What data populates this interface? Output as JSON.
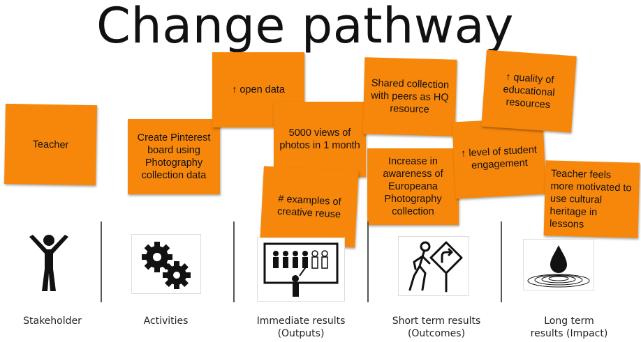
{
  "title": "Change pathway",
  "notes": {
    "teacher": "Teacher",
    "create_board": "Create Pinterest board using Photography collection data",
    "open_data": "↑ open data",
    "views": "5000 views of photos in 1 month",
    "examples": "# examples of creative reuse",
    "shared": "Shared collection with peers as HQ resource",
    "awareness": "Increase in awareness of Europeana Photography collection",
    "engagement": "↑ level of student engagement",
    "quality": "↑ quality of educational resources",
    "motivated": "Teacher feels more motivated to use cultural heritage in lessons"
  },
  "columns": {
    "stakeholder": "Stakeholder",
    "activities": "Activities",
    "immediate_1": "Immediate results",
    "immediate_2": "(Outputs)",
    "short_1": "Short term results",
    "short_2": "(Outcomes)",
    "long_1": "Long term",
    "long_2": "results (Impact)"
  },
  "icons": {
    "stakeholder": "person-arms-raised-icon",
    "activities": "gears-icon",
    "immediate": "presentation-audience-icon",
    "short": "walking-person-sign-icon",
    "long": "water-drop-ripple-icon"
  },
  "colors": {
    "note": "#f7870a"
  }
}
